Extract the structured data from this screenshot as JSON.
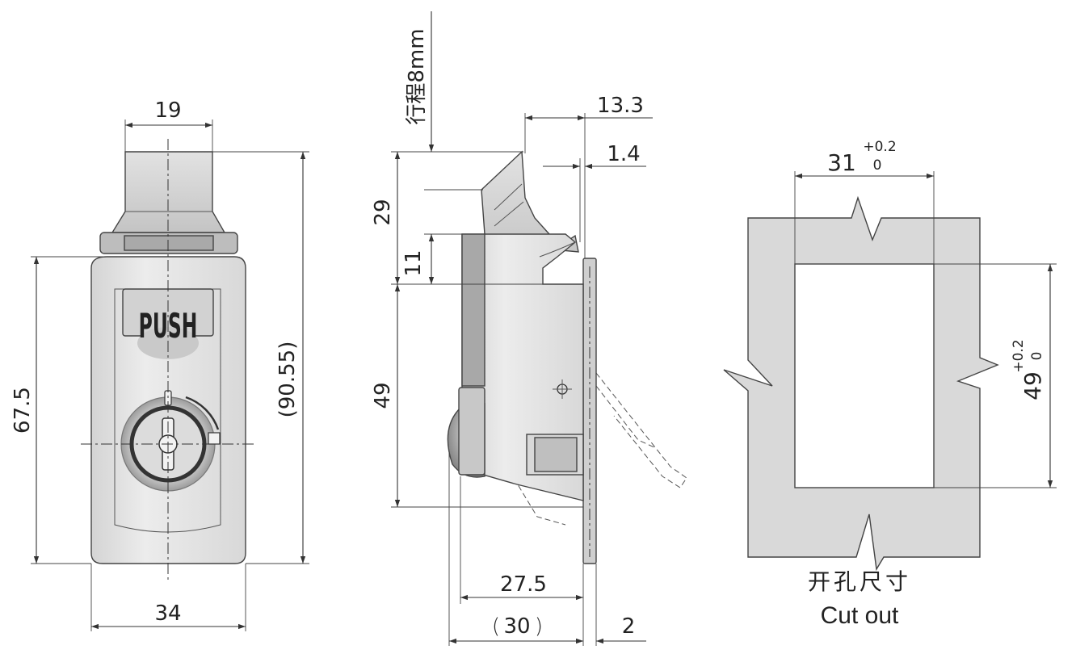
{
  "front_view": {
    "width_top": "19",
    "height_body": "67.5",
    "height_overall": "(90.55)",
    "width_bottom": "34",
    "push_label": "PUSH"
  },
  "side_view": {
    "stroke": "行程8mm",
    "offset_top": "13.3",
    "offset_small": "1.4",
    "height_trigger": "29",
    "height_hook": "11",
    "height_body": "49",
    "depth_body": "27.5",
    "depth_overall": "30",
    "flange_thickness": "2"
  },
  "cutout_view": {
    "width_value": "31",
    "width_tol_plus": "+0.2",
    "width_tol_minus": "0",
    "height_value": "49",
    "height_tol_plus": "+0.2",
    "height_tol_minus": "0",
    "title_cn": "开孔尺寸",
    "title_en": "Cut out"
  },
  "colors": {
    "metal_light": "#e6e6e6",
    "metal_mid": "#cfcfcf",
    "metal_dark": "#9a9a9a",
    "panel": "#d9d9d9",
    "line": "#333333"
  }
}
